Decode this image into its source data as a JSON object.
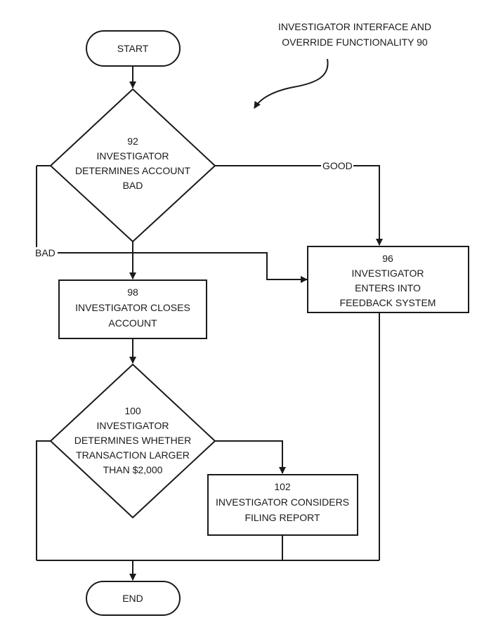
{
  "caption": {
    "line1": "INVESTIGATOR INTERFACE AND",
    "line2": "OVERRIDE FUNCTIONALITY 90"
  },
  "nodes": {
    "start": "START",
    "decision_92": {
      "number": "92",
      "line1": "INVESTIGATOR",
      "line2": "DETERMINES ACCOUNT",
      "line3": "BAD"
    },
    "box_96": {
      "number": "96",
      "line1": "INVESTIGATOR",
      "line2": "ENTERS INTO",
      "line3": "FEEDBACK SYSTEM"
    },
    "box_98": {
      "number": "98",
      "line1": "INVESTIGATOR CLOSES",
      "line2": "ACCOUNT"
    },
    "decision_100": {
      "number": "100",
      "line1": "INVESTIGATOR",
      "line2": "DETERMINES WHETHER",
      "line3": "TRANSACTION LARGER",
      "line4": "THAN $2,000"
    },
    "box_102": {
      "number": "102",
      "line1": "INVESTIGATOR CONSIDERS",
      "line2": "FILING REPORT"
    },
    "end": "END"
  },
  "edge_labels": {
    "good": "GOOD",
    "bad": "BAD"
  },
  "colors": {
    "stroke": "#1a1a1a",
    "background": "#ffffff"
  }
}
